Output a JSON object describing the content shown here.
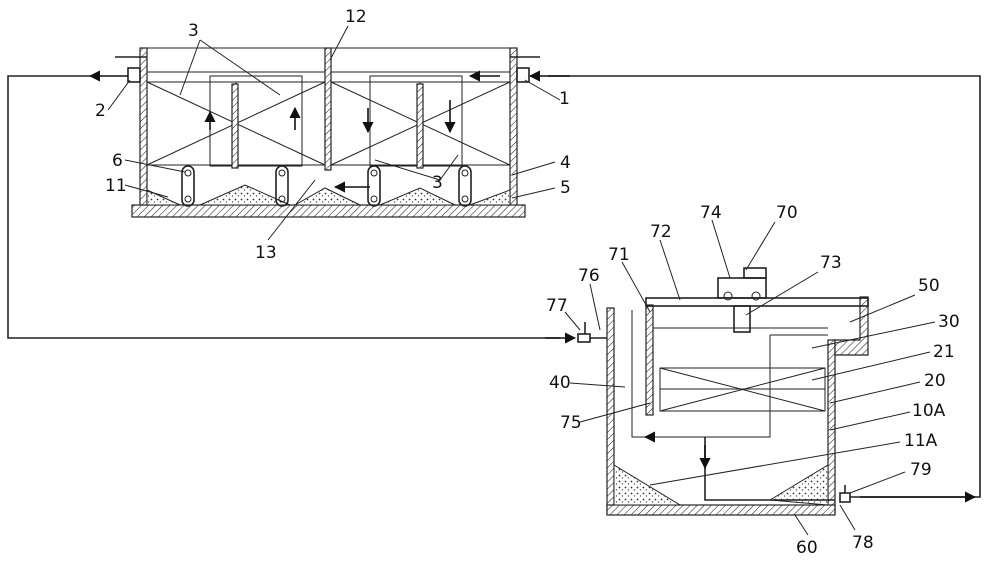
{
  "labels": {
    "l1": "1",
    "l2": "2",
    "l3a": "3",
    "l3b": "3",
    "l4": "4",
    "l5": "5",
    "l6": "6",
    "l11": "11",
    "l12": "12",
    "l13": "13",
    "l70": "70",
    "l71": "71",
    "l72": "72",
    "l73": "73",
    "l74": "74",
    "l75": "75",
    "l76": "76",
    "l77": "77",
    "l78": "78",
    "l79": "79",
    "l50": "50",
    "l30": "30",
    "l21": "21",
    "l20": "20",
    "l10A": "10A",
    "l11A": "11A",
    "l40": "40",
    "l60": "60"
  }
}
